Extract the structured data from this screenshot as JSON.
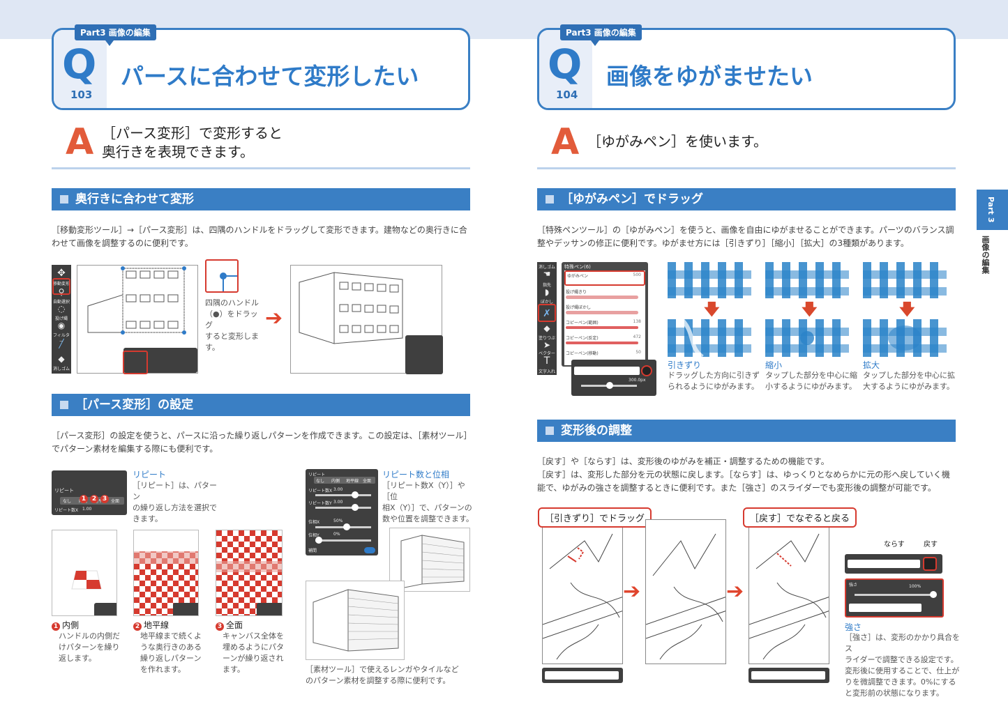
{
  "left": {
    "part_tag": "Part3 画像の編集",
    "q_number": "103",
    "q_title": "パースに合わせて変形したい",
    "answer": [
      "［パース変形］で変形すると",
      "奥行きを表現できます。"
    ],
    "section1": {
      "title": "奥行きに合わせて変形",
      "text": [
        "［移動変形ツール］→［パース変形］は、四隅のハンドルをドラッグして変形できます。建物などの奥行きに合",
        "わせて画像を調整するのに便利です。"
      ],
      "handle_note": [
        "四隅のハンドル",
        "（●）をドラッグ",
        "すると変形しま",
        "す。"
      ],
      "toolbar_labels": [
        "移動変形",
        "自動選択",
        "投げ縄",
        "フィルター",
        "消しゴム"
      ]
    },
    "section2": {
      "title": "［パース変形］の設定",
      "text": [
        "［パース変形］の設定を使うと、パースに沿った繰り返しパターンを作成できます。この設定は、［素材ツール］",
        "でパターン素材を編集する際にも便利です。"
      ],
      "repeat_title": "リピート",
      "repeat_text": [
        "［リピート］は、パターン",
        "の繰り返し方法を選択で",
        "きます。"
      ],
      "repeat_ui": {
        "label": "リピート",
        "options": [
          "なし",
          "内側",
          "地平線",
          "全面"
        ],
        "row": "リピート数X",
        "val": "1.00"
      },
      "count_title": "リピート数と位相",
      "count_text": [
        "［リピート数X（Y）］や［位",
        "相X（Y）］で、パターンの",
        "数や位置を調整できます。"
      ],
      "count_ui": {
        "label": "リピート",
        "options": [
          "なし",
          "内側",
          "地平線",
          "全面"
        ],
        "rows": [
          "リピート数X",
          "リピート数Y",
          "位相X",
          "位相Y",
          "補間"
        ],
        "vals": [
          "3.00",
          "3.00",
          "50%",
          "0%"
        ]
      },
      "items": [
        {
          "num": "1",
          "title": "内側",
          "text": [
            "ハンドルの内側だ",
            "けパターンを繰り",
            "返します。"
          ]
        },
        {
          "num": "2",
          "title": "地平線",
          "text": [
            "地平線まで続くよ",
            "うな奥行きのある",
            "繰り返しパターン",
            "を作れます。"
          ]
        },
        {
          "num": "3",
          "title": "全面",
          "text": [
            "キャンバス全体を",
            "埋めるようにパタ",
            "ーンが繰り返され",
            "ます。"
          ]
        }
      ],
      "brick_caption": [
        "［素材ツール］で使えるレンガやタイルなど",
        "のパターン素材を調整する際に便利です。"
      ]
    }
  },
  "right": {
    "part_tag": "Part3 画像の編集",
    "q_number": "104",
    "q_title": "画像をゆがませたい",
    "answer": "［ゆがみペン］を使います。",
    "side_tab": "Part 3",
    "side_label": "画像の編集",
    "section1": {
      "title": "［ゆがみペン］でドラッグ",
      "text": [
        "［特殊ペンツール］の［ゆがみペン］を使うと、画像を自由にゆがませることができます。パーツのバランス調",
        "整やデッサンの修正に便利です。ゆがませ方には［引きずり］［縮小］［拡大］の3種類があります。"
      ],
      "toolbar_labels": [
        "消しゴム",
        "指先",
        "ぼかし",
        "塗りつぶし",
        "ベクター",
        "文字入れ"
      ],
      "panel_title": "特殊ペン(6)",
      "brush_items": [
        "ゆがみペン",
        "投げ縄きり",
        "投げ縄ぼかし",
        "コピーペン(範囲)",
        "コピーペン(反定)",
        "コピーペン(移動)"
      ],
      "brush_sizes": [
        "500",
        "",
        "",
        "138",
        "472",
        "50"
      ],
      "size_readout": "300.0px",
      "items": [
        {
          "title": "引きずり",
          "text": [
            "ドラッグした方向に引きず",
            "られるようにゆがみます。"
          ]
        },
        {
          "title": "縮小",
          "text": [
            "タップした部分を中心に縮",
            "小するようにゆがみます。"
          ]
        },
        {
          "title": "拡大",
          "text": [
            "タップした部分を中心に拡",
            "大するようにゆがみます。"
          ]
        }
      ]
    },
    "section2": {
      "title": "変形後の調整",
      "text": [
        "［戻す］や［ならす］は、変形後のゆがみを補正・調整するための機能です。",
        "［戻す］は、変形した部分を元の状態に戻します。［ならす］は、ゆっくりとなめらかに元の形へ戻していく機",
        "能で、ゆがみの強さを調整するときに便利です。また［強さ］のスライダーでも変形後の調整が可能です。"
      ],
      "callout1": "［引きずり］でドラッグ",
      "callout2": "［戻す］でなぞると戻る",
      "label_narasu": "ならす",
      "label_modosu": "戻す",
      "strength_ui": {
        "label": "強さ",
        "value": "100%"
      },
      "strength_title": "強さ",
      "strength_text": [
        "［強さ］は、変形のかかり具合をス",
        "ライダーで調整できる設定です。",
        "変形後に使用することで、仕上が",
        "りを微調整できます。0%にする",
        "と変形前の状態になります。"
      ]
    }
  },
  "colors": {
    "accent": "#3a7fc4",
    "red": "#d63a2f",
    "answer_red": "#e25b3a",
    "band": "#dfe7f4"
  }
}
